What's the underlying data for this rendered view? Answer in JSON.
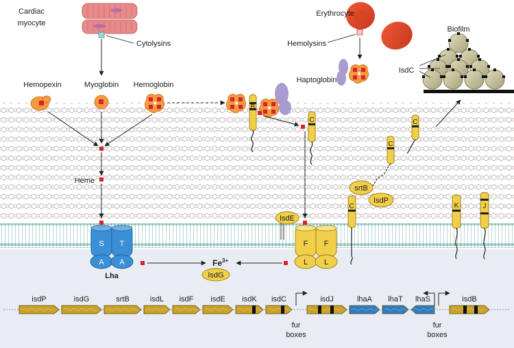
{
  "labels": {
    "cardiac_myocyte_line1": "Cardiac",
    "cardiac_myocyte_line2": "myocyte",
    "cytolysins": "Cytolysins",
    "hemopexin": "Hemopexin",
    "myoglobin": "Myoglobin",
    "hemoglobin": "Hemoglobin",
    "heme": "Heme",
    "erythrocyte": "Erythrocyte",
    "hemolysins": "Hemolysins",
    "haptoglobin": "Haptoglobin",
    "biofilm": "Biofilm",
    "isdc_biofilm": "IsdC",
    "srtb": "srtB",
    "isdp": "IsdP",
    "isde": "IsdE",
    "isdg": "IsdG",
    "lha": "Lha",
    "fe": "Fe",
    "fe_charge": "3+"
  },
  "proteins": {
    "S": "S",
    "T": "T",
    "A1": "A",
    "A2": "A",
    "F1": "F",
    "F2": "F",
    "L1": "L",
    "L2": "L",
    "B": "B",
    "C1": "C",
    "C2": "C",
    "C3": "C",
    "C4": "C",
    "K": "K",
    "J": "J"
  },
  "genes": [
    "isdP",
    "isdG",
    "srtB",
    "isdL",
    "isdF",
    "isdE",
    "isdK",
    "isdC",
    "isdJ",
    "lhaA",
    "lhaT",
    "lhaS",
    "isdB"
  ],
  "fur_boxes": {
    "line1": "fur",
    "line2": "boxes"
  },
  "colors": {
    "gene_gold": "#c9a227",
    "gene_blue": "#2f7cc0",
    "transporter_blue": "#3a8fd6",
    "transporter_gold": "#f1cf4a",
    "heme_red": "#d4262a",
    "rbc_red": "#e0462a",
    "haptoglobin": "#a99bd0",
    "biofilm_cell": "#c9c4a0",
    "cytoplasm": "#e9edf3"
  }
}
